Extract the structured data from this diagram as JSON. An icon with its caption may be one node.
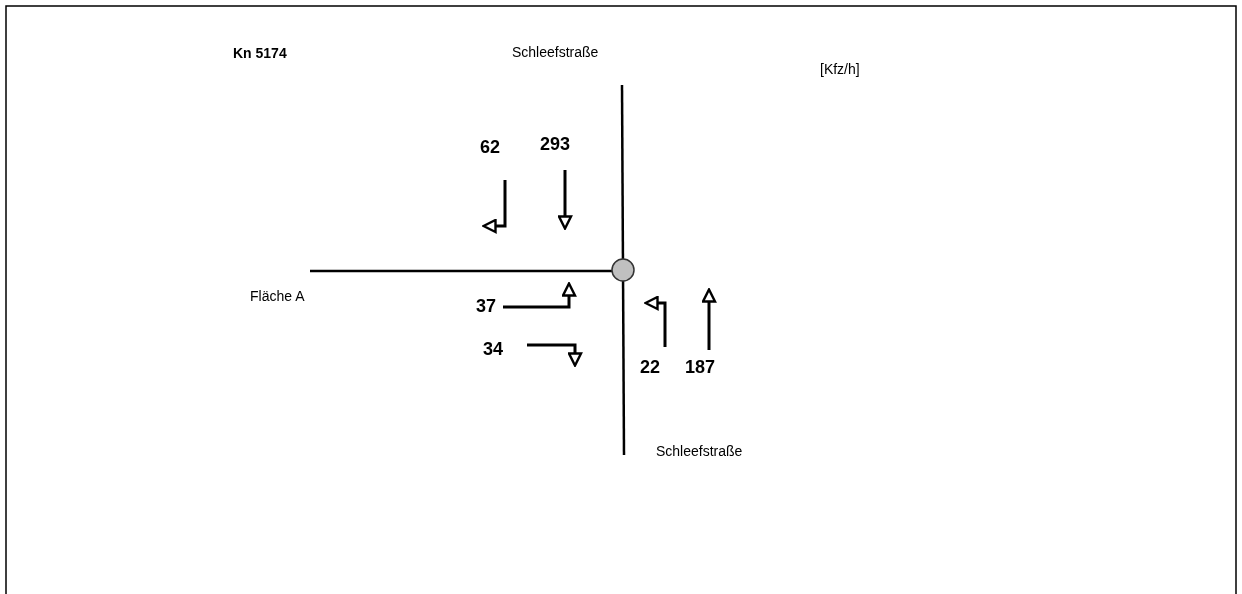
{
  "diagram": {
    "title": "Kn 5174",
    "labels": [
      "Schleefstraße",
      "[Kfz/h]",
      "62",
      "293",
      "Fläche A",
      "37",
      "34",
      "22",
      "187",
      "Schleefstraße"
    ]
  }
}
